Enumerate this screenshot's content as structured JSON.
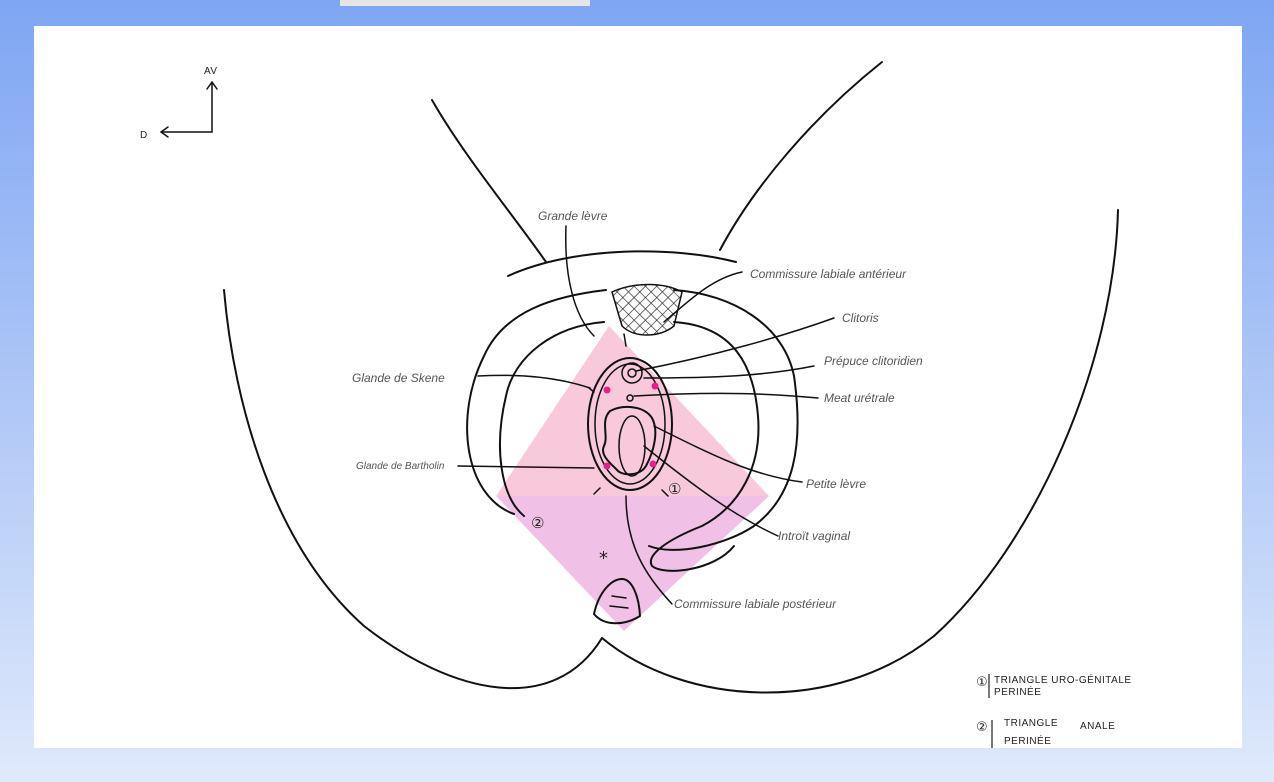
{
  "orientation": {
    "anterior": "AV",
    "right": "D"
  },
  "labels": {
    "grande_levre": "Grande lèvre",
    "commissure_anterieur": "Commissure labiale antérieur",
    "clitoris": "Clitoris",
    "prepuce": "Prépuce clitoridien",
    "meat_uretrale": "Meat urétrale",
    "glande_skene": "Glande de Skene",
    "glande_bartholin": "Glande de Bartholin",
    "petite_levre": "Petite lèvre",
    "introit_vaginal": "Introït vaginal",
    "commissure_posterieur": "Commissure labiale postérieur"
  },
  "markers": {
    "uro_genital": "①",
    "anal": "②",
    "center": "*"
  },
  "legend": {
    "item1_number": "①",
    "item1_line1": "TRIANGLE URO-GÉNITALE",
    "item1_line2": "PERINÉE",
    "item2_number": "②",
    "item2_line1": "TRIANGLE",
    "item2_line2": "PERINÉE",
    "item2_extra": "ANALE"
  },
  "colors": {
    "uro_genital_triangle": "#f6c3d6",
    "anal_triangle": "#efb5e2",
    "gland_dot": "#e8208a"
  }
}
